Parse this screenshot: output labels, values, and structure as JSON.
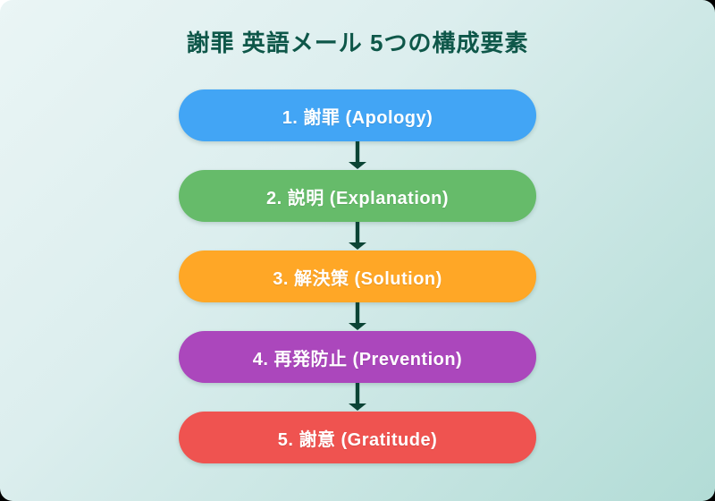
{
  "page": {
    "title": "謝罪 英語メール 5つの構成要素"
  },
  "flow": {
    "steps": [
      {
        "label": "1. 謝罪 (Apology)",
        "color": "#42a5f5"
      },
      {
        "label": "2. 説明 (Explanation)",
        "color": "#66bb6a"
      },
      {
        "label": "3. 解決策 (Solution)",
        "color": "#ffa726"
      },
      {
        "label": "4. 再発防止 (Prevention)",
        "color": "#ab47bc"
      },
      {
        "label": "5. 謝意 (Gratitude)",
        "color": "#ef5350"
      }
    ],
    "arrow_color": "#0b4435"
  },
  "theme": {
    "card_gradient_start": "#eaf5f5",
    "card_gradient_end": "#b2dcd6",
    "title_color": "#0e5749"
  }
}
